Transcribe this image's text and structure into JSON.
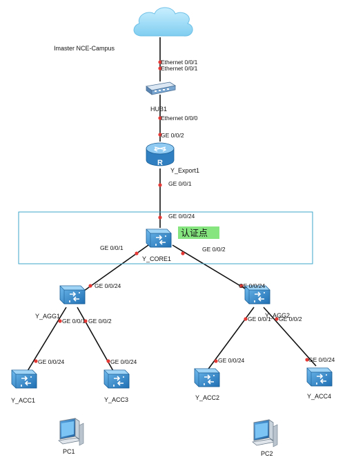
{
  "cloud": {
    "label": "Imaster NCE-Campus"
  },
  "devices": {
    "hub": "HUB1",
    "router": "Y_Export1",
    "core": "Y_CORE1",
    "agg1": "Y_AGG1",
    "agg2": "Y_AGG2",
    "acc1": "Y_ACC1",
    "acc2": "Y_ACC2",
    "acc3": "Y_ACC3",
    "acc4": "Y_ACC4",
    "pc1": "PC1",
    "pc2": "PC2"
  },
  "auth_label": "认证点",
  "ports": {
    "cloud_hub_a": "Ethernet 0/0/1",
    "cloud_hub_b": "Ethernet 0/0/1",
    "hub_down": "Ethernet 0/0/0",
    "router_up": "GE 0/0/2",
    "router_down": "GE 0/0/1",
    "core_up": "GE 0/0/24",
    "core_left": "GE 0/0/1",
    "core_right": "GE 0/0/2",
    "agg1_up": "GE 0/0/24",
    "agg2_up": "GE 0/0/24",
    "agg1_left": "GE 0/0/1",
    "agg1_right": "GE 0/0/2",
    "agg2_left": "GE 0/0/1",
    "agg2_right": "GE 0/0/2",
    "acc1_up": "GE 0/0/24",
    "acc3_up": "GE 0/0/24",
    "acc2_up": "GE 0/0/24",
    "acc4_up": "GE 0/0/24"
  },
  "colors": {
    "cloud": "#8fd3f2",
    "device_blue": "#2f8bd0",
    "port_dot": "#e53935",
    "auth_box_border": "#3aa6c8",
    "auth_highlight": "#86e57f"
  }
}
